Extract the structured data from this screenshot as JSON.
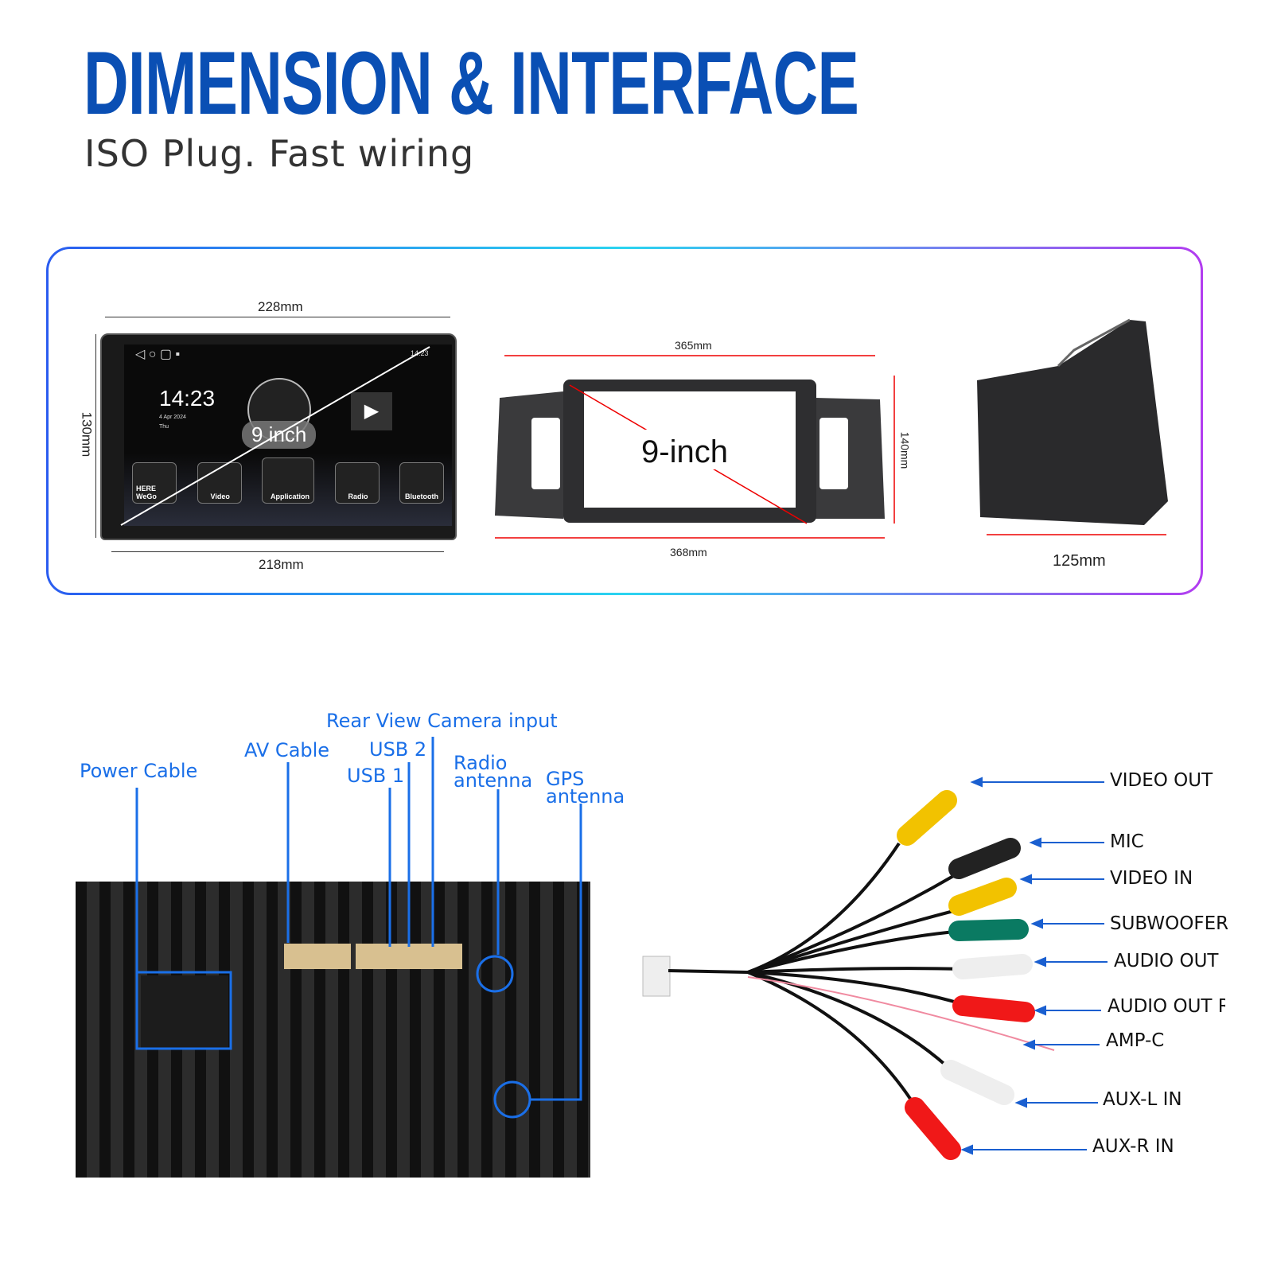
{
  "header": {
    "title": "DIMENSION & INTERFACE",
    "subtitle": "ISO Plug. Fast wiring"
  },
  "dimensions": {
    "unit_top_width": "228mm",
    "unit_bottom_width": "218mm",
    "unit_height": "130mm",
    "frame_top_width": "365mm",
    "frame_bottom_width": "368mm",
    "frame_height": "140mm",
    "frame_size": "9-inch",
    "depth": "125mm"
  },
  "screen": {
    "time": "14:23",
    "date": "4 Apr 2024",
    "day": "Thu",
    "status_time": "14:23",
    "size_badge": "9 inch",
    "apps": [
      "HERE WeGo",
      "Video",
      "Application",
      "Radio",
      "Bluetooth"
    ]
  },
  "rear_panel": {
    "labels": {
      "power": "Power Cable",
      "av": "AV Cable",
      "usb1": "USB 1",
      "usb2": "USB 2",
      "camera": "Rear View Camera input",
      "radio": "Radio antenna",
      "gps": "GPS antenna"
    }
  },
  "cable": {
    "labels": [
      "VIDEO OUT",
      "MIC",
      "VIDEO IN",
      "SUBWOOFER",
      "AUDIO OUT L",
      "AUDIO OUT R",
      "AMP-C",
      "AUX-L IN",
      "AUX-R IN"
    ],
    "colors": {
      "yellow": "#f2c200",
      "black": "#222222",
      "green": "#0a7a62",
      "white": "#eeeeee",
      "red": "#f01818",
      "pink": "#f08aa0",
      "arrow": "#1a5fd0"
    }
  }
}
